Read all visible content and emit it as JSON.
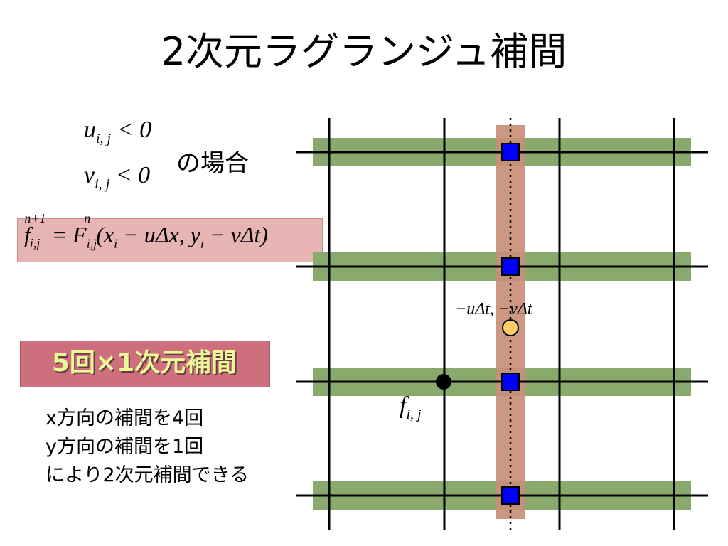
{
  "title": "2次元ラグランジュ補間",
  "condition": {
    "u_line": "u_{i,j} < 0",
    "v_line": "v_{i,j} < 0",
    "case_label": "の場合"
  },
  "formula": "f_{i,j}^{n+1} = F_{i,j}^{n}(x_i − uΔx, y_i − vΔt)",
  "badge": "5回×1次元補間",
  "description": [
    "x方向の補間を4回",
    "y方向の補間を1回",
    "により2次元補間できる"
  ],
  "diagram": {
    "displacement_label": "−uΔt, −vΔt",
    "grid_point_label": "f_{i,j}",
    "colors": {
      "row_band": "#8aaa6d",
      "column_band": "#c88f78",
      "grid_line": "#000000",
      "interp_point": "#0000ff",
      "departure_point": "#ffcc66"
    }
  }
}
